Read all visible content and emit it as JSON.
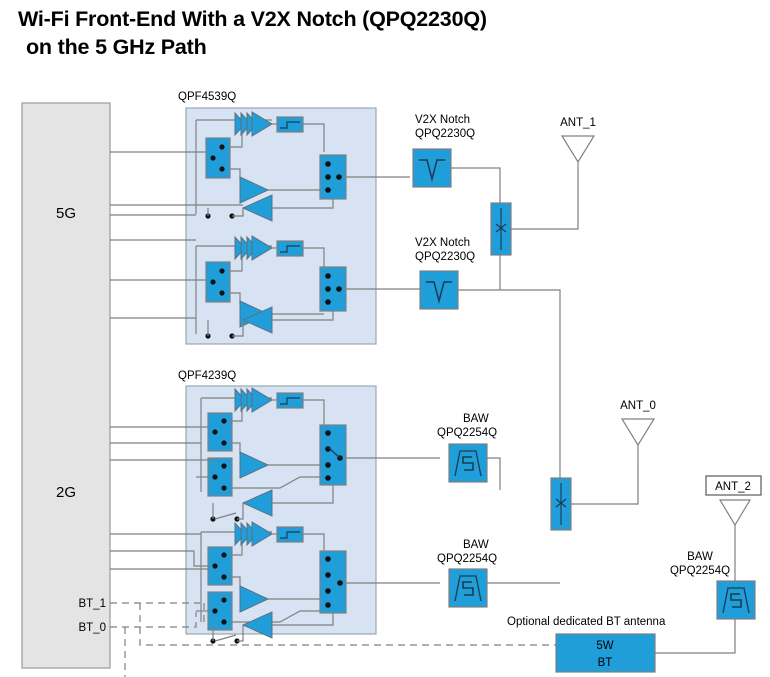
{
  "title": {
    "line1": "Wi-Fi Front-End With a V2X Notch (QPQ2230Q)",
    "line2": "on the 5 GHz Path"
  },
  "colors": {
    "accent_blue": "#1f9ed9",
    "module_fill": "#d7e3f2",
    "module_stroke": "#9aa7b4",
    "source_fill": "#e4e4e4",
    "source_stroke": "#9a9a9a",
    "wire": "#808080",
    "text": "#000000"
  },
  "sources": [
    {
      "name": "band-5g",
      "label": "5G"
    },
    {
      "name": "band-2g",
      "label": "2G"
    }
  ],
  "pins": [
    {
      "name": "bt-1",
      "label": "BT_1"
    },
    {
      "name": "bt_0",
      "label": "BT_0"
    }
  ],
  "modules": [
    {
      "name": "qpf4539q",
      "label": "QPF4539Q",
      "band": "5G",
      "chains": 2
    },
    {
      "name": "qpf4239q",
      "label": "QPF4239Q",
      "band": "2G",
      "chains": 2
    }
  ],
  "filters": [
    {
      "name": "v2x-notch-top",
      "line1": "V2X Notch",
      "line2": "QPQ2230Q",
      "icon": "notch-filter-icon"
    },
    {
      "name": "v2x-notch-bottom",
      "line1": "V2X Notch",
      "line2": "QPQ2230Q",
      "icon": "notch-filter-icon"
    },
    {
      "name": "baw-top",
      "line1": "BAW",
      "line2": "QPQ2254Q",
      "icon": "baw-filter-icon"
    },
    {
      "name": "baw-bottom",
      "line1": "BAW",
      "line2": "QPQ2254Q",
      "icon": "baw-filter-icon"
    },
    {
      "name": "baw-bt",
      "line1": "BAW",
      "line2": "QPQ2254Q",
      "icon": "baw-filter-icon"
    }
  ],
  "diplexers": [
    {
      "name": "diplexer-ant1",
      "symbol": "×"
    },
    {
      "name": "diplexer-ant0",
      "symbol": "×"
    }
  ],
  "antennas": [
    {
      "name": "ant-1",
      "label": "ANT_1",
      "boxed": false
    },
    {
      "name": "ant-0",
      "label": "ANT_0",
      "boxed": false
    },
    {
      "name": "ant-2",
      "label": "ANT_2",
      "boxed": true
    }
  ],
  "bt": {
    "note": "Optional dedicated BT antenna",
    "block_line1": "5W",
    "block_line2": "BT"
  }
}
